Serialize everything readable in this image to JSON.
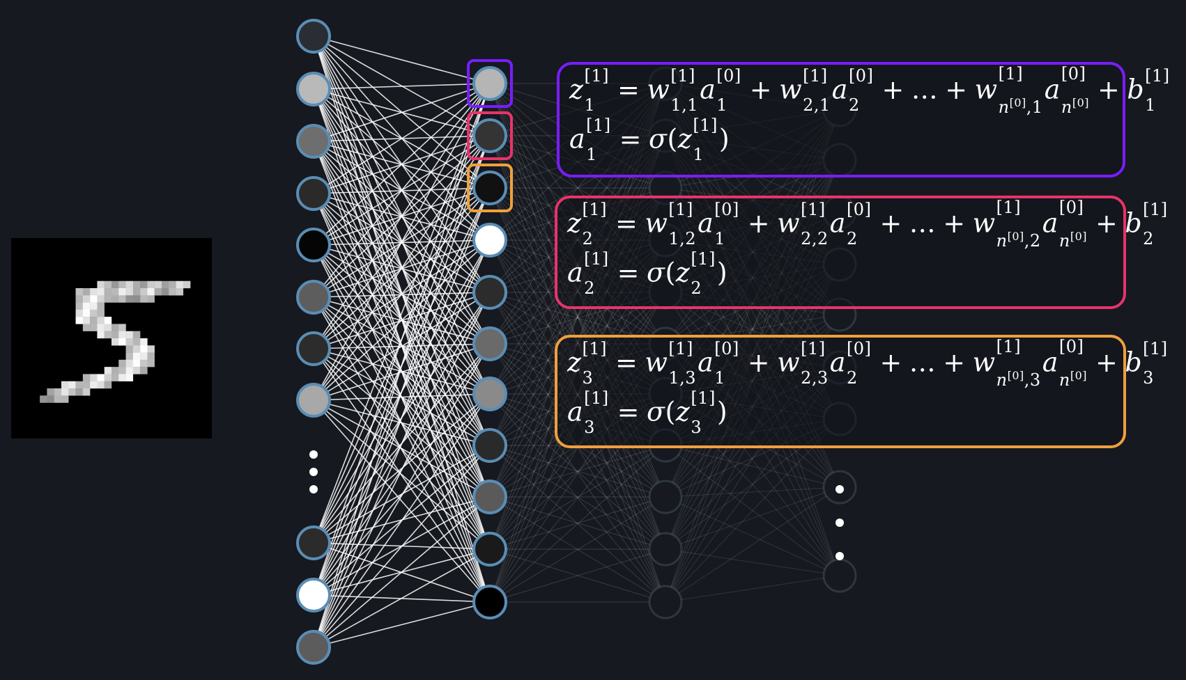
{
  "diagram": {
    "input_image": {
      "label": "5"
    },
    "dots": "⋮",
    "accent": {
      "purple": "#7a1dff",
      "pink": "#e8336b",
      "orange": "#f0a03c",
      "node_ring": "#5a8db5"
    },
    "input_layer_shades": [
      "#2a2d33",
      "#b9b9b9",
      "#6e6e6e",
      "#2a2a2a",
      "#050505",
      "#5d5d5d",
      "#2c2c2c",
      "#a8a8a8",
      "#2b2b2b",
      "#ffffff",
      "#5c5c5c"
    ],
    "hidden_layer_shades": [
      "#b5b5b5",
      "#343434",
      "#111111",
      "#ffffff",
      "#2c2c2c",
      "#6a6a6a",
      "#8a8a8a",
      "#2a2a2a",
      "#5a5a5a",
      "#1a1a1a",
      "#000000"
    ]
  },
  "equations": [
    {
      "color_name": "purple",
      "z_lhs": "z",
      "lhs_sup": "[1]",
      "lhs_sub": "1",
      "w1_sub": "1,1",
      "w2_sub": "2,1",
      "wn_sub_tail": ",1",
      "b_sub": "1",
      "a_lhs_sub": "1"
    },
    {
      "color_name": "pink",
      "z_lhs": "z",
      "lhs_sup": "[1]",
      "lhs_sub": "2",
      "w1_sub": "1,2",
      "w2_sub": "2,2",
      "wn_sub_tail": ",2",
      "b_sub": "2",
      "a_lhs_sub": "2"
    },
    {
      "color_name": "orange",
      "z_lhs": "z",
      "lhs_sup": "[1]",
      "lhs_sub": "3",
      "w1_sub": "1,3",
      "w2_sub": "2,3",
      "wn_sub_tail": ",3",
      "b_sub": "3",
      "a_lhs_sub": "3"
    }
  ],
  "symbols": {
    "eq": "=",
    "plus": "+",
    "ellipsis": "…",
    "sup1": "[1]",
    "sup0": "[0]",
    "n": "n",
    "n0": "[0]",
    "w": "w",
    "a": "a",
    "b": "b",
    "z": "z",
    "sigma": "σ",
    "lp": "(",
    "rp": ")",
    "one": "1",
    "two": "2"
  }
}
